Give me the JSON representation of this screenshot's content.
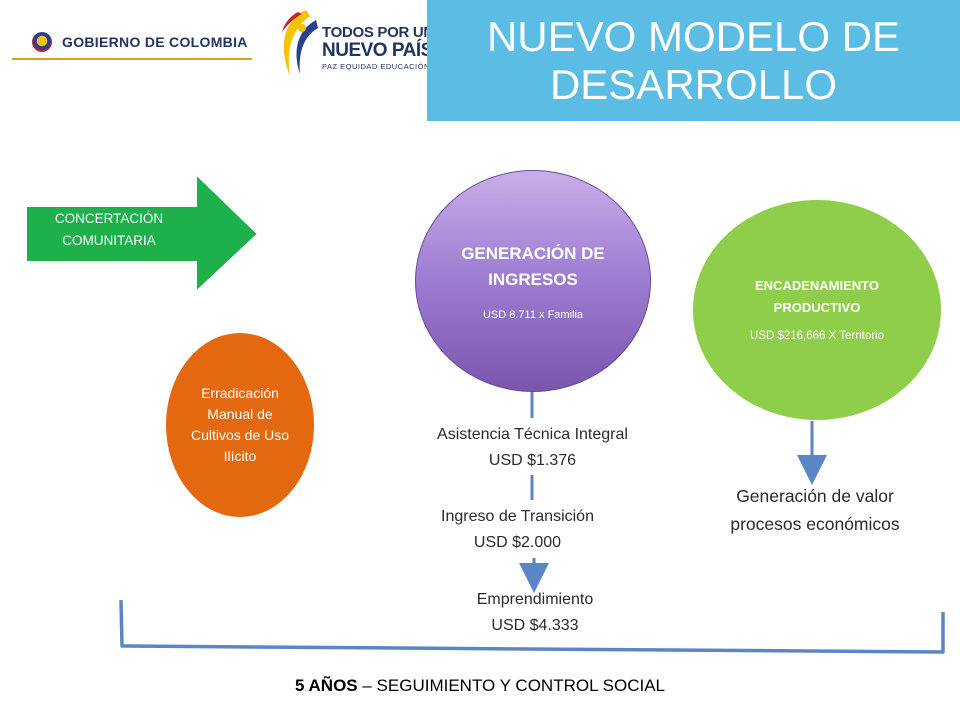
{
  "header": {
    "gov_logo_text": "GOBIERNO DE COLOMBIA",
    "tpun_line1": "TODOS POR UN",
    "tpun_line2": "NUEVO PAÍS",
    "tpun_line3": "PAZ  EQUIDAD  EDUCACIÓN",
    "title": "NUEVO MODELO DE DESARROLLO"
  },
  "arrow": {
    "label": "CONCERTACIÓN COMUNITARIA",
    "color": "#1db04b"
  },
  "circles": {
    "ingresos": {
      "title": "GENERACIÓN DE INGRESOS",
      "sub": "USD 8.711 x Familia",
      "color": "#9b78cc"
    },
    "encadenamiento": {
      "title": "ENCADENAMIENTO PRODUCTIVO",
      "sub": "USD $216,666 X Territorio",
      "color": "#8fce4a"
    },
    "erradicacion": {
      "title": "Erradicación Manual de Cultivos de Uso Ilícito",
      "color": "#e3680f"
    }
  },
  "steps": {
    "asistencia": {
      "line1": "Asistencia Técnica Integral",
      "line2": "USD $1.376"
    },
    "ingreso": {
      "line1": "Ingreso de Transición",
      "line2": "USD $2.000"
    },
    "emprendimiento": {
      "line1": "Emprendimiento",
      "line2": "USD $4.333"
    }
  },
  "valor": {
    "line1": "Generación de valor",
    "line2": "procesos económicos"
  },
  "footer": {
    "bold": "5 AÑOS",
    "rest": " – SEGUIMIENTO Y CONTROL SOCIAL"
  },
  "colors": {
    "title_bg": "#5bbce4",
    "connector": "#5b86c5"
  }
}
